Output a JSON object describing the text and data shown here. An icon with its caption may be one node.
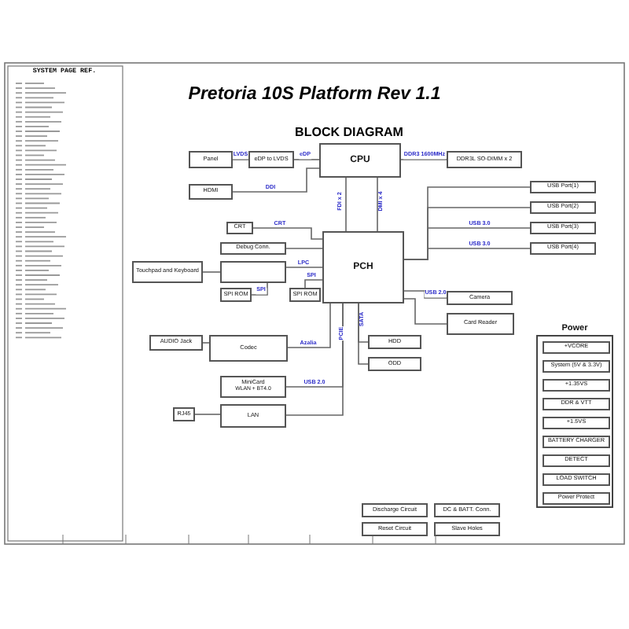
{
  "diagram": {
    "title": "Pretoria 10S Platform Rev 1.1",
    "nodes": [
      {
        "text": [
          "Panel"
        ]
      },
      {
        "text": [
          "eDP to LVDS"
        ]
      },
      {
        "text": [
          "CPU"
        ]
      },
      {
        "text": [
          "DDR3L SO-DIMM x 2"
        ]
      },
      {
        "text": [
          "HDMI"
        ]
      },
      {
        "text": [
          "USB Port(1)"
        ]
      },
      {
        "text": [
          "USB Port(2)"
        ]
      },
      {
        "text": [
          "USB Port(3)"
        ]
      },
      {
        "text": [
          "USB Port(4)"
        ]
      },
      {
        "text": [
          "CRT"
        ]
      },
      {
        "text": [
          "Debug Conn."
        ]
      },
      {
        "text": [
          "Touchpad and Keyboard"
        ]
      },
      {
        "text": [],
        "shape": "box"
      },
      {
        "text": [
          "SPI ROM"
        ]
      },
      {
        "text": [
          "SPI ROM"
        ]
      },
      {
        "text": [
          "PCH"
        ]
      },
      {
        "text": [
          "Camera"
        ]
      },
      {
        "text": [
          "Card Reader"
        ]
      },
      {
        "text": [
          "AUDIO Jack"
        ]
      },
      {
        "text": [
          "Codec"
        ]
      },
      {
        "text": [
          "HDD"
        ]
      },
      {
        "text": [
          "ODD"
        ]
      },
      {
        "text": [
          "MiniCard",
          "WLAN + BT4.0"
        ]
      },
      {
        "text": [
          "RJ45"
        ]
      },
      {
        "text": [
          "LAN"
        ]
      },
      {
        "text": [
          "Power"
        ]
      },
      {
        "text": [
          "+VCORE"
        ],
        "in": 25
      },
      {
        "text": [
          "System (5V & 3.3V)"
        ],
        "in": 25
      },
      {
        "text": [
          "+1.35VS"
        ],
        "in": 25
      },
      {
        "text": [
          "DDR & VTT"
        ],
        "in": 25
      },
      {
        "text": [
          "+1.5VS"
        ],
        "in": 25
      },
      {
        "text": [
          "BATTERY CHARGER"
        ],
        "in": 25
      },
      {
        "text": [
          "DETECT"
        ],
        "in": 25
      },
      {
        "text": [
          "LOAD SWITCH"
        ],
        "in": 25
      },
      {
        "text": [
          "Power Protect"
        ],
        "in": 25
      },
      {
        "text": [
          "Discharge Circuit"
        ]
      },
      {
        "text": [
          "DC & BATT. Conn."
        ]
      },
      {
        "text": [
          "Reset Circuit"
        ]
      },
      {
        "text": [
          "Slave Holes"
        ]
      }
    ],
    "edges": [
      {
        "from": 0,
        "to": 1,
        "arrow": "none",
        "label": "LVDS"
      },
      {
        "from": 1,
        "to": 2,
        "arrow": "none",
        "label": "eDP"
      },
      {
        "from": 2,
        "to": 3,
        "arrow": "none",
        "label": "DDR3 1600MHz"
      },
      {
        "from": 4,
        "to": 2,
        "arrow": "none",
        "label": "DDI"
      },
      {
        "from": 2,
        "to": 15,
        "arrow": "none",
        "label": "FDI x 2"
      },
      {
        "from": 2,
        "to": 15,
        "arrow": "none",
        "label": "DMI x 4"
      },
      {
        "from": 15,
        "to": 5,
        "arrow": "none"
      },
      {
        "from": 15,
        "to": 6,
        "arrow": "none"
      },
      {
        "from": 15,
        "to": 7,
        "arrow": "none",
        "label": "USB 3.0"
      },
      {
        "from": 15,
        "to": 8,
        "arrow": "none",
        "label": "USB 3.0"
      },
      {
        "from": 9,
        "to": 15,
        "arrow": "none",
        "label": "CRT"
      },
      {
        "from": 10,
        "to": 15,
        "arrow": "none"
      },
      {
        "from": 12,
        "to": 15,
        "arrow": "none",
        "label": "LPC"
      },
      {
        "from": 11,
        "to": 12,
        "arrow": "none"
      },
      {
        "from": 13,
        "to": 12,
        "arrow": "none",
        "label": "SPI"
      },
      {
        "from": 14,
        "to": 15,
        "arrow": "none",
        "label": "SPI"
      },
      {
        "from": 15,
        "to": 16,
        "arrow": "none",
        "label": "USB 2.0"
      },
      {
        "from": 15,
        "to": 17,
        "arrow": "none"
      },
      {
        "from": 18,
        "to": 19,
        "arrow": "none"
      },
      {
        "from": 19,
        "to": 15,
        "arrow": "none",
        "label": "Azalia"
      },
      {
        "from": 15,
        "to": 20,
        "arrow": "none",
        "label": "SATA"
      },
      {
        "from": 15,
        "to": 21,
        "arrow": "none"
      },
      {
        "from": 22,
        "to": 15,
        "arrow": "none",
        "label": "USB 2.0"
      },
      {
        "from": 24,
        "to": 15,
        "arrow": "none",
        "label": "PCIE"
      },
      {
        "from": 23,
        "to": 24,
        "arrow": "none"
      }
    ],
    "labels": [
      "SYSTEM PAGE REF.",
      "BLOCK DIAGRAM"
    ]
  }
}
